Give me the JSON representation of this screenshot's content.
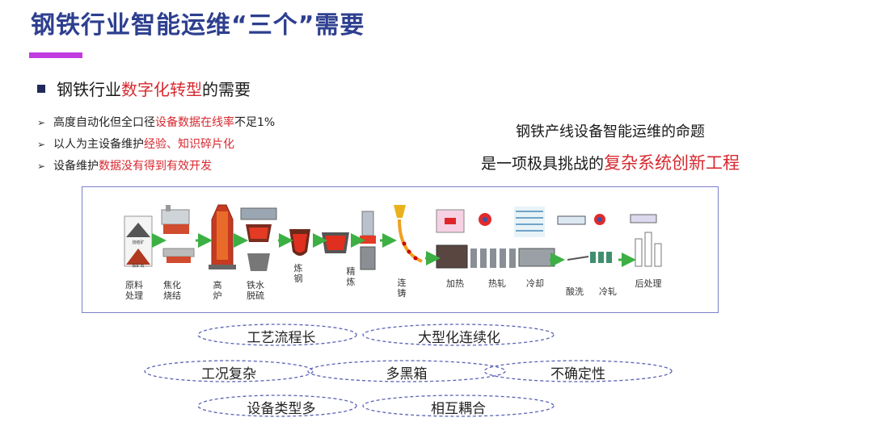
{
  "title": "钢铁行业智能运维“三个”需要",
  "section": {
    "prefix": "钢铁行业",
    "highlight": "数字化转型",
    "suffix": "的需要"
  },
  "bullets": [
    {
      "pre": "高度自动化但全口径",
      "hl": "设备数据在线率",
      "post": "不足1%"
    },
    {
      "pre": "以人为主设备维护",
      "hl": "经验、知识碎片化",
      "post": ""
    },
    {
      "pre": "设备维护",
      "hl": "数据没有得到有效开发",
      "post": ""
    }
  ],
  "claim": {
    "line1": "钢铁产线设备智能运维的命题",
    "line2_pre": "是一项极具挑战的",
    "line2_hl": "复杂系统创新工程"
  },
  "process": {
    "stages": [
      {
        "name": "原料\n处理"
      },
      {
        "name": "焦化\n烧结"
      },
      {
        "name": "高\n炉"
      },
      {
        "name": "铁水\n脱硫"
      },
      {
        "name": "炼\n钢"
      },
      {
        "name": "精\n炼"
      },
      {
        "name": "连\n铸"
      },
      {
        "name": "加热"
      },
      {
        "name": "热轧"
      },
      {
        "name": "冷却"
      },
      {
        "name": "酸洗"
      },
      {
        "name": "冷轧"
      },
      {
        "name": "后处理"
      }
    ],
    "icon_labels": {
      "top": "烧结矿",
      "bottom": "铁矿石"
    }
  },
  "tags": {
    "t1": "工艺流程长",
    "t2": "大型化连续化",
    "t3": "工况复杂",
    "t4": "多黑箱",
    "t5": "不确定性",
    "t6": "设备类型多",
    "t7": "相互耦合"
  },
  "colors": {
    "title": "#2d3f8f",
    "accent_bar": "#c03ce0",
    "highlight": "#d7282f",
    "flow_border": "#7b7fc6",
    "flow_arrow": "#3cb043"
  }
}
